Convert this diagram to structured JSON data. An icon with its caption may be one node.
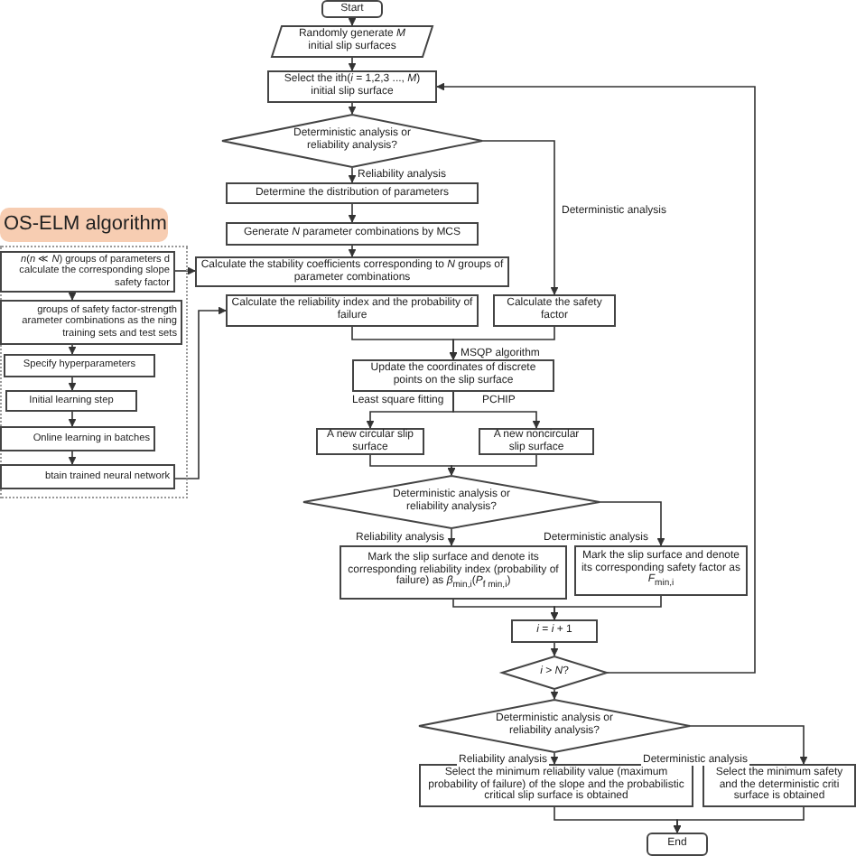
{
  "diagram": {
    "nodes": [
      {
        "text": [
          "Start"
        ]
      },
      {
        "text": [
          "Randomly generate *M* initial slip surfaces"
        ]
      },
      {
        "text": [
          "Select the ith(*i* = 1,2,3 ..., *M*) initial slip surface"
        ]
      },
      {
        "text": [
          "Deterministic analysis or reliability analysis?"
        ]
      },
      {
        "text": [
          "Determine the distribution of parameters"
        ]
      },
      {
        "text": [
          "Generate *N* parameter combinations by MCS"
        ]
      },
      {
        "text": [
          "Calculate the stability coefficients corresponding to *N* groups of parameter combinations"
        ]
      },
      {
        "text": [
          "Calculate the reliability index and the probability of failure"
        ]
      },
      {
        "text": [
          "Calculate the safety factor"
        ]
      },
      {
        "text": [
          "Update the coordinates of discrete points on the slip surface"
        ]
      },
      {
        "text": [
          "A new circular slip surface"
        ]
      },
      {
        "text": [
          "A new noncircular slip surface"
        ]
      },
      {
        "text": [
          "Deterministic analysis or reliability analysis?"
        ]
      },
      {
        "text": [
          "Mark the slip surface and denote its corresponding reliability index (probability of failure) as *β*$_{min,i}$(*P*$_{f min,i}$)"
        ]
      },
      {
        "text": [
          "Mark the slip surface and denote its corresponding safety factor as *F*$_{min,i}$"
        ]
      },
      {
        "text": [
          "*i* = *i* + 1"
        ]
      },
      {
        "text": [
          "*i* > *N*?"
        ]
      },
      {
        "text": [
          "Deterministic analysis or reliability analysis?"
        ]
      },
      {
        "text": [
          "Select the minimum reliability value (maximum probability of failure) of the slope and the probabilistic critical slip surface is obtained"
        ]
      },
      {
        "text": [
          "Select the minimum safety and the deterministic criti surface is obtained"
        ]
      },
      {
        "text": [
          "End"
        ]
      },
      {
        "text": [
          "OS-ELM algorithm"
        ]
      },
      {
        "text": [],
        "shape": "box"
      },
      {
        "text": [
          "*n*(*n* ≪ *N*) groups of parameters d calculate the corresponding slope safety factor"
        ],
        "in": 22
      },
      {
        "text": [
          "groups of safety factor-strength arameter combinations as the ning training sets and test sets"
        ],
        "in": 22
      },
      {
        "text": [
          "Specify hyperparameters"
        ],
        "in": 22
      },
      {
        "text": [
          "Initial learning step"
        ],
        "in": 22
      },
      {
        "text": [
          "Online learning in batches"
        ],
        "in": 22
      },
      {
        "text": [
          "btain trained neural network"
        ],
        "in": 22
      }
    ],
    "edges": [
      {
        "from": 0,
        "to": 1,
        "arrow": "to"
      },
      {
        "from": 1,
        "to": 2,
        "arrow": "to"
      },
      {
        "from": 2,
        "to": 3,
        "arrow": "to"
      },
      {
        "from": 3,
        "to": 4,
        "arrow": "to",
        "label": "Reliability analysis"
      },
      {
        "from": 3,
        "to": 8,
        "arrow": "to",
        "label": "Deterministic analysis"
      },
      {
        "from": 4,
        "to": 5,
        "arrow": "to"
      },
      {
        "from": 5,
        "to": 6,
        "arrow": "to"
      },
      {
        "from": 7,
        "to": 9,
        "arrow": "to",
        "label": "MSQP algorithm"
      },
      {
        "from": 8,
        "to": 9,
        "arrow": "to"
      },
      {
        "from": 9,
        "to": 10,
        "arrow": "to",
        "label": "Least square fitting"
      },
      {
        "from": 9,
        "to": 11,
        "arrow": "to",
        "label": "PCHIP"
      },
      {
        "from": 10,
        "to": 12,
        "arrow": "to"
      },
      {
        "from": 11,
        "to": 12,
        "arrow": "to"
      },
      {
        "from": 12,
        "to": 13,
        "arrow": "to",
        "label": "Reliability analysis"
      },
      {
        "from": 12,
        "to": 14,
        "arrow": "to",
        "label": "Deterministic analysis"
      },
      {
        "from": 13,
        "to": 15,
        "arrow": "to"
      },
      {
        "from": 14,
        "to": 15,
        "arrow": "to"
      },
      {
        "from": 15,
        "to": 16,
        "arrow": "to"
      },
      {
        "from": 16,
        "to": 2,
        "arrow": "to"
      },
      {
        "from": 16,
        "to": 17,
        "arrow": "to"
      },
      {
        "from": 17,
        "to": 18,
        "arrow": "to",
        "label": "Reliability analysis"
      },
      {
        "from": 17,
        "to": 19,
        "arrow": "to",
        "label": "Deterministic analysis"
      },
      {
        "from": 18,
        "to": 20,
        "arrow": "to"
      },
      {
        "from": 19,
        "to": 20,
        "arrow": "to"
      },
      {
        "from": 23,
        "to": 24,
        "arrow": "to"
      },
      {
        "from": 24,
        "to": 25,
        "arrow": "to"
      },
      {
        "from": 25,
        "to": 26,
        "arrow": "to"
      },
      {
        "from": 26,
        "to": 27,
        "arrow": "to"
      },
      {
        "from": 27,
        "to": 28,
        "arrow": "to"
      },
      {
        "from": 23,
        "to": 6,
        "arrow": "to"
      },
      {
        "from": 28,
        "to": 7,
        "arrow": "to"
      }
    ]
  }
}
